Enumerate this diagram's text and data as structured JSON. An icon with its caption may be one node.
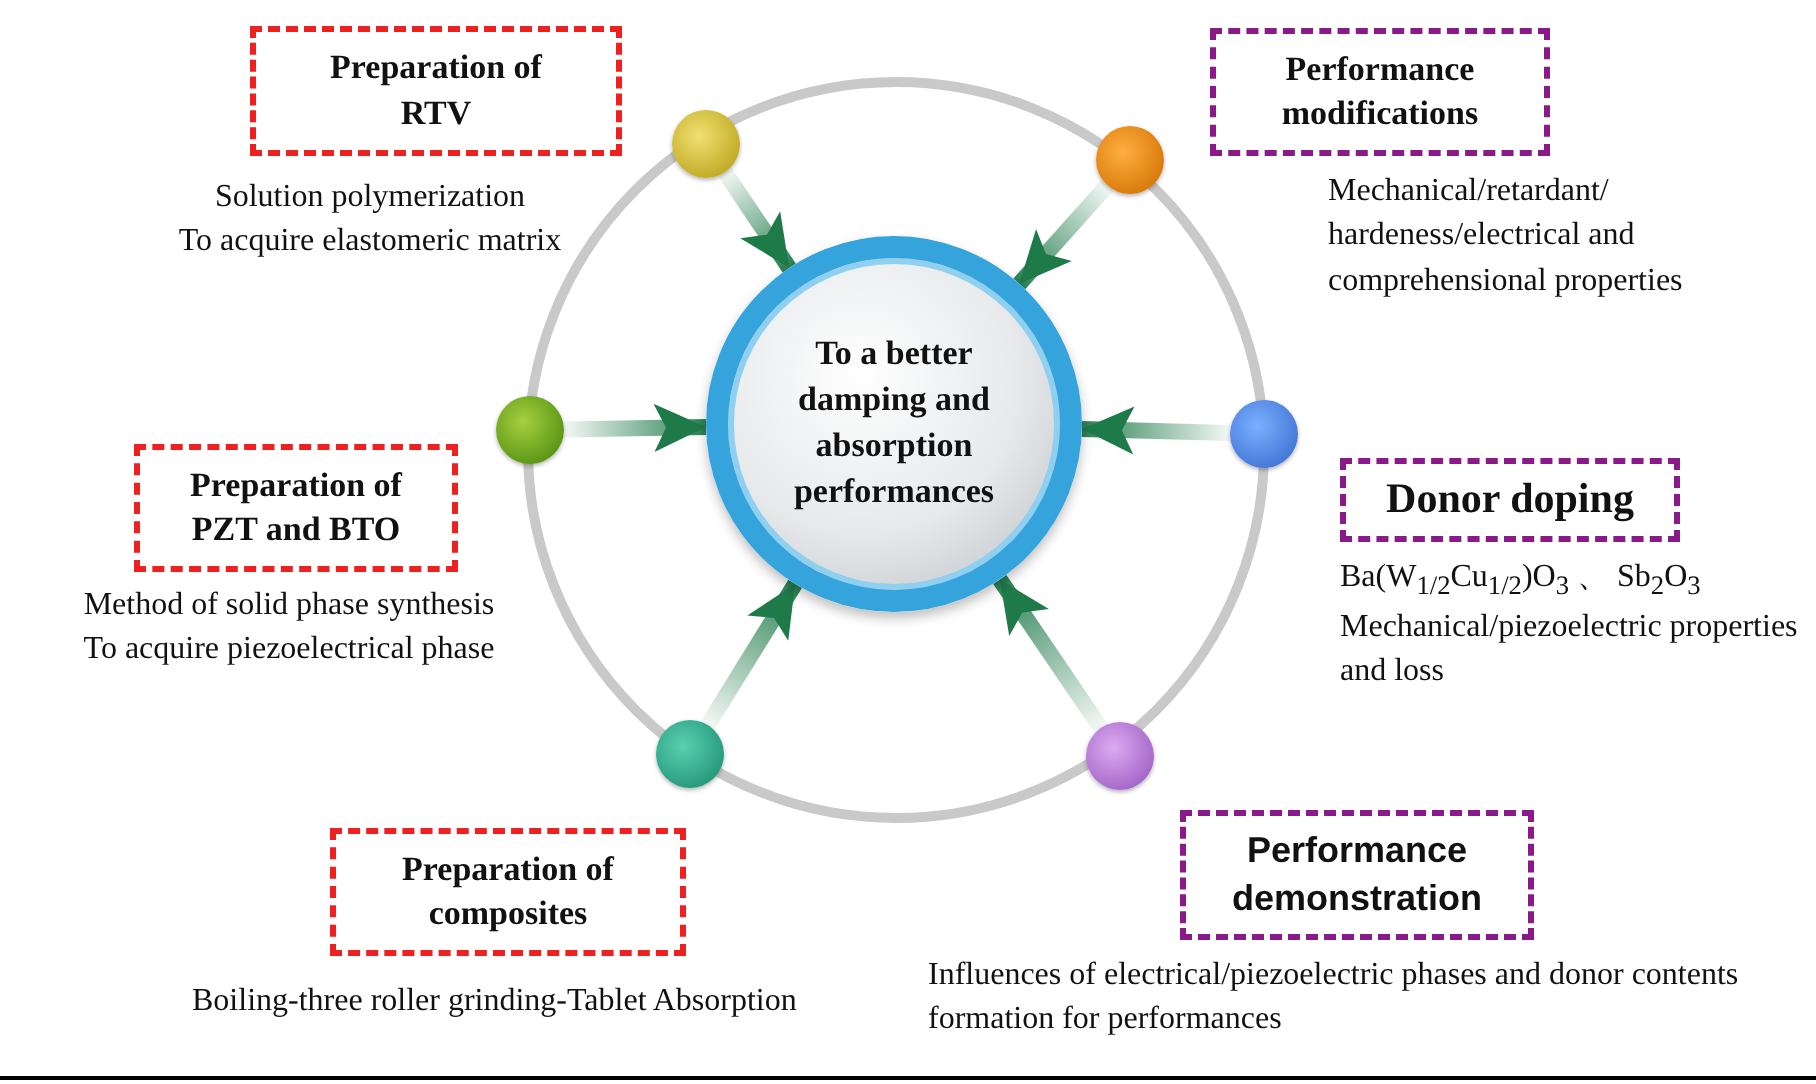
{
  "diagram": {
    "nodes": [
      {
        "text": [
          "To a better damping and absorption performances"
        ]
      },
      {
        "text": [],
        "shape": "circle"
      },
      {
        "text": [],
        "shape": "circle"
      },
      {
        "text": [],
        "shape": "circle"
      },
      {
        "text": [],
        "shape": "circle"
      },
      {
        "text": [],
        "shape": "circle"
      },
      {
        "text": [],
        "shape": "circle"
      },
      {
        "text": [
          "Preparation of RTV"
        ],
        "beside": [
          "Solution polymerization",
          "To acquire elastomeric matrix"
        ]
      },
      {
        "text": [
          "Performance modifications"
        ],
        "beside": [
          "Mechanical/retardant/ hardeness/electrical and comprehensional properties"
        ]
      },
      {
        "text": [
          "Preparation of PZT and BTO"
        ],
        "beside": [
          "Method of solid phase synthesis",
          "To acquire piezoelectrical phase"
        ]
      },
      {
        "text": [
          "Donor doping"
        ],
        "beside": [
          "Ba(W$_{1/2}$Cu$_{1/2}$)O$_{3}$ 、 Sb$_{2}$O$_{3}$",
          "Mechanical/piezoelectric properties and loss"
        ]
      },
      {
        "text": [
          "Preparation of composites"
        ],
        "beside": [
          "Boiling-three roller grinding-Tablet Absorption"
        ]
      },
      {
        "text": [
          "Performance demonstration"
        ],
        "beside": [
          "Influences of electrical/piezoelectric phases and donor contents formation for performances"
        ]
      }
    ],
    "edges": [
      {
        "from": 1,
        "to": 0,
        "arrow": "to"
      },
      {
        "from": 2,
        "to": 0,
        "arrow": "to"
      },
      {
        "from": 3,
        "to": 0,
        "arrow": "to"
      },
      {
        "from": 4,
        "to": 0,
        "arrow": "to"
      },
      {
        "from": 5,
        "to": 0,
        "arrow": "to"
      },
      {
        "from": 6,
        "to": 0,
        "arrow": "to"
      }
    ]
  }
}
